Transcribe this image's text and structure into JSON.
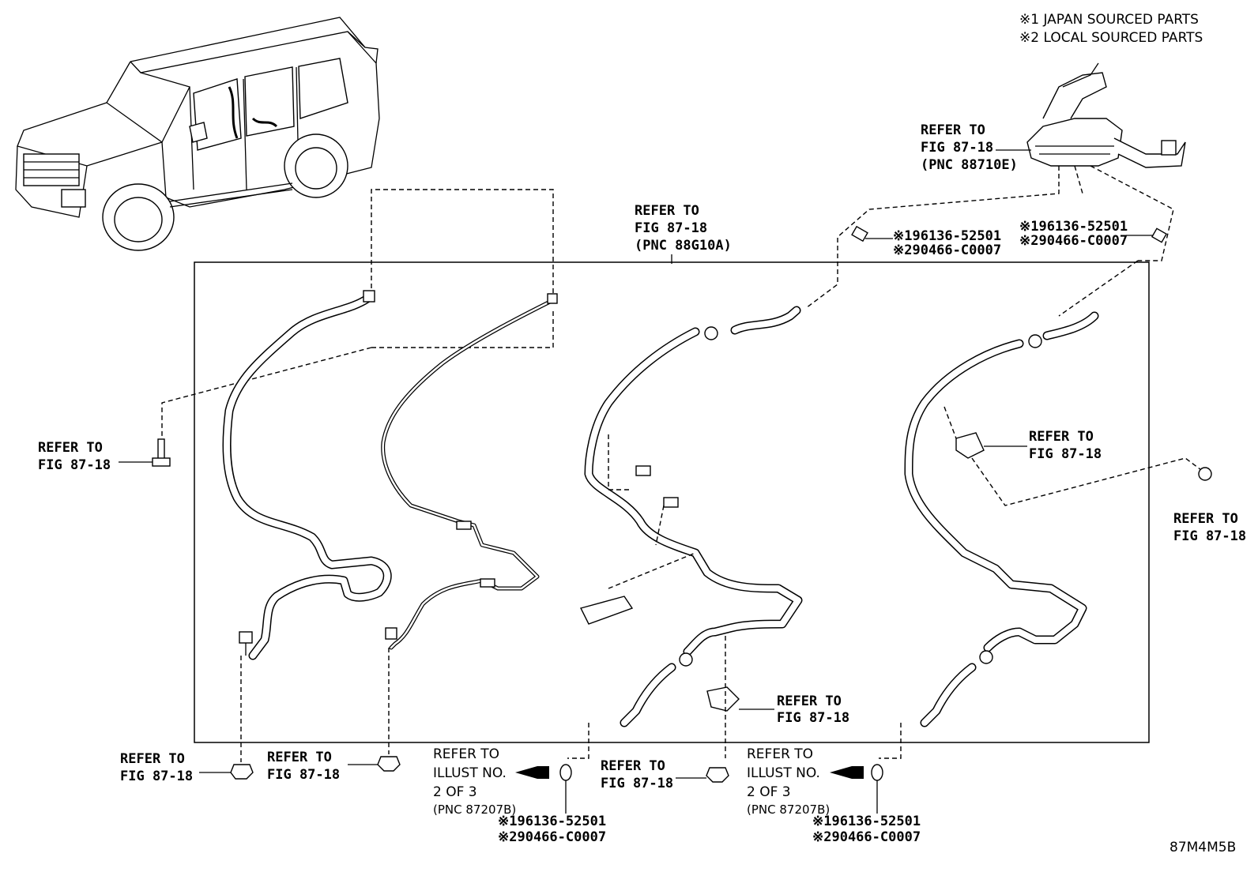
{
  "legend": {
    "line1": "※1 JAPAN SOURCED PARTS",
    "line2": "※2 LOCAL SOURCED PARTS"
  },
  "callouts": {
    "top_right_ref": {
      "l1": "REFER TO",
      "l2": "FIG 87-18",
      "l3": "(PNC 88710E)"
    },
    "top_center_ref": {
      "l1": "REFER TO",
      "l2": "FIG 87-18",
      "l3": "(PNC 88G10A)"
    },
    "left_bolt_ref": {
      "l1": "REFER TO",
      "l2": "FIG 87-18"
    },
    "right_valve_ref": {
      "l1": "REFER TO",
      "l2": "FIG 87-18"
    },
    "far_right_ref": {
      "l1": "REFER TO",
      "l2": "FIG 87-18"
    },
    "bottom_clip_ref": {
      "l1": "REFER TO",
      "l2": "FIG 87-18"
    },
    "bottom_nut1_ref": {
      "l1": "REFER TO",
      "l2": "FIG 87-18"
    },
    "bottom_nut2_ref": {
      "l1": "REFER TO",
      "l2": "FIG 87-18"
    },
    "bottom_nut3_ref": {
      "l1": "REFER TO",
      "l2": "FIG 87-18"
    },
    "illust_ref_1": {
      "l1": "REFER TO",
      "l2": "ILLUST NO.",
      "l3": "2 OF 3",
      "l4": "(PNC  87207B)"
    },
    "illust_ref_2": {
      "l1": "REFER TO",
      "l2": "ILLUST NO.",
      "l3": "2 OF 3",
      "l4": "(PNC  87207B)"
    }
  },
  "part_numbers": {
    "top_mid": {
      "pn1": "※196136-52501",
      "pn2": "※290466-C0007"
    },
    "top_right": {
      "pn1": "※196136-52501",
      "pn2": "※290466-C0007"
    },
    "bottom_mid": {
      "pn1": "※196136-52501",
      "pn2": "※290466-C0007"
    },
    "bottom_right": {
      "pn1": "※196136-52501",
      "pn2": "※290466-C0007"
    }
  },
  "diagram_code": "87M4M5B"
}
